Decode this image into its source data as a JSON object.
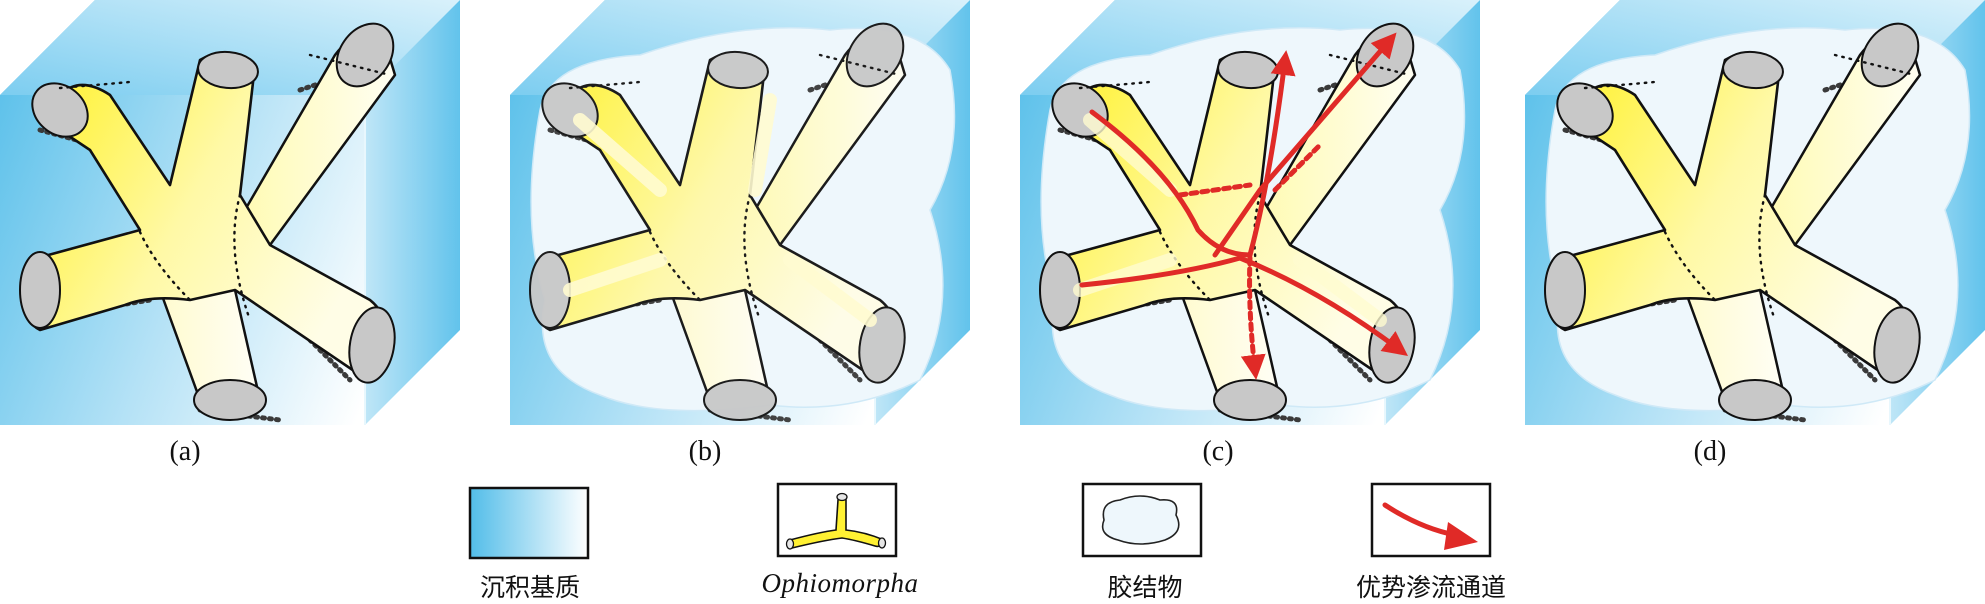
{
  "panels": [
    {
      "id": "a",
      "label": "(a)"
    },
    {
      "id": "b",
      "label": "(b)"
    },
    {
      "id": "c",
      "label": "(c)"
    },
    {
      "id": "d",
      "label": "(d)"
    }
  ],
  "legend": {
    "matrix": "沉积基质",
    "burrow": "Ophiomorpha",
    "cement": "胶结物",
    "flow": "优势渗流通道"
  },
  "colors": {
    "matrix_blue": "#5cc1ea",
    "burrow_yellow": "#fff133",
    "cement_white": "#eef7fc",
    "arrow_red": "#e02a27",
    "end_grey": "#c8c8c8"
  }
}
